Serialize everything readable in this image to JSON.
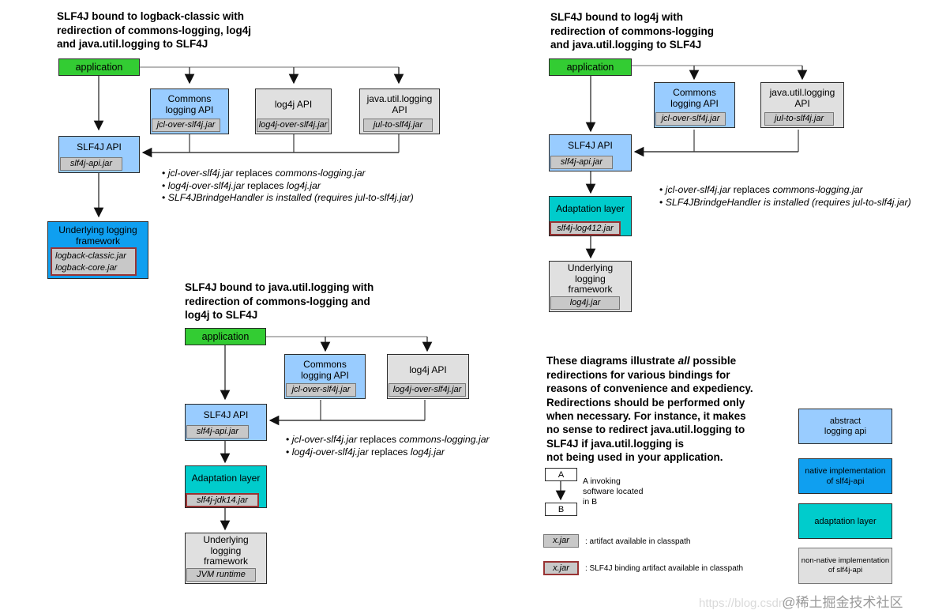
{
  "colors": {
    "application_green": "#33cc33",
    "abstract_api_lightblue": "#99ccff",
    "native_impl_blue": "#0f9ff0",
    "adaptation_cyan": "#00cccc",
    "non_native_gray": "#e0e0e0",
    "jar_badge_gray": "#c8c8c8",
    "binding_border_red": "#993333"
  },
  "diagrams": {
    "logback": {
      "title": "SLF4J bound to logback-classic with\nredirection of commons-logging, log4j\nand java.util.logging to SLF4J",
      "application_label": "application",
      "commons_label": "Commons\nlogging API",
      "commons_jar": "jcl-over-slf4j.jar",
      "log4j_label": "log4j API",
      "log4j_jar": "log4j-over-slf4j.jar",
      "jul_label": "java.util.logging\nAPI",
      "jul_jar": "jul-to-slf4j.jar",
      "slf4j_label": "SLF4J API",
      "slf4j_jar": "slf4j-api.jar",
      "underlying_label": "Underlying logging\nframework",
      "underlying_jar": "logback-classic.jar\nlogback-core.jar",
      "bullets": [
        {
          "bullet": "• ",
          "em1": "jcl-over-slf4j.jar",
          "plain": " replaces ",
          "em2": "commons-logging.jar"
        },
        {
          "bullet": "• ",
          "em1": "log4j-over-slf4j.jar",
          "plain": " replaces ",
          "em2": "log4j.jar"
        },
        {
          "bullet": "• ",
          "em1": "SLF4JBrindgeHandler is installed (requires jul-to-slf4j.jar)",
          "plain": "",
          "em2": ""
        }
      ]
    },
    "log4j": {
      "title": "SLF4J bound to log4j with\nredirection of commons-logging\nand java.util.logging to SLF4J",
      "application_label": "application",
      "commons_label": "Commons\nlogging API",
      "commons_jar": "jcl-over-slf4j.jar",
      "jul_label": "java.util.logging\nAPI",
      "jul_jar": "jul-to-slf4j.jar",
      "slf4j_label": "SLF4J API",
      "slf4j_jar": "slf4j-api.jar",
      "adaptation_label": "Adaptation layer",
      "adaptation_jar": "slf4j-log412.jar",
      "underlying_label": "Underlying\nlogging\nframework",
      "underlying_jar": "log4j.jar",
      "bullets": [
        {
          "bullet": "• ",
          "em1": "jcl-over-slf4j.jar",
          "plain": " replaces ",
          "em2": "commons-logging.jar"
        },
        {
          "bullet": "• ",
          "em1": "SLF4JBrindgeHandler is installed (requires jul-to-slf4j.jar)",
          "plain": "",
          "em2": ""
        }
      ]
    },
    "jul": {
      "title": "SLF4J bound to java.util.logging with\nredirection of commons-logging and\nlog4j to SLF4J",
      "application_label": "application",
      "commons_label": "Commons\nlogging API",
      "commons_jar": "jcl-over-slf4j.jar",
      "log4j_label": "log4j API",
      "log4j_jar": "log4j-over-slf4j.jar",
      "slf4j_label": "SLF4J API",
      "slf4j_jar": "slf4j-api.jar",
      "adaptation_label": "Adaptation layer",
      "adaptation_jar": "slf4j-jdk14.jar",
      "underlying_label": "Underlying\nlogging\nframework",
      "underlying_jar": "JVM runtime",
      "bullets": [
        {
          "bullet": "• ",
          "em1": "jcl-over-slf4j.jar",
          "plain": " replaces ",
          "em2": "commons-logging.jar"
        },
        {
          "bullet": "• ",
          "em1": "log4j-over-slf4j.jar",
          "plain": " replaces ",
          "em2": "log4j.jar"
        }
      ]
    }
  },
  "note": {
    "pre": "These diagrams illustrate ",
    "em": "all",
    "post": " possible\nredirections for various bindings for\nreasons of convenience and expediency.\nRedirections should be performed only\nwhen necessary. For instance, it makes\nno sense to redirect java.util.logging to\nSLF4J if java.util.logging is\nnot being used in your application."
  },
  "legend": {
    "a_label": "A",
    "b_label": "B",
    "ab_text": "A invoking\nsoftware located\nin B",
    "xjar_label": "x.jar",
    "xjar_text": ": artifact available in classpath",
    "xjar_binding_label": "x.jar",
    "xjar_binding_text": ": SLF4J binding artifact available in classpath",
    "color_boxes": [
      {
        "label": "abstract\nlogging api"
      },
      {
        "label": "native implementation\nof slf4j-api"
      },
      {
        "label": "adaptation layer"
      },
      {
        "label": "non-native implementation\nof slf4j-api"
      }
    ]
  },
  "watermark": {
    "url": "https://blog.csdn",
    "community": "@稀土掘金技术社区"
  }
}
